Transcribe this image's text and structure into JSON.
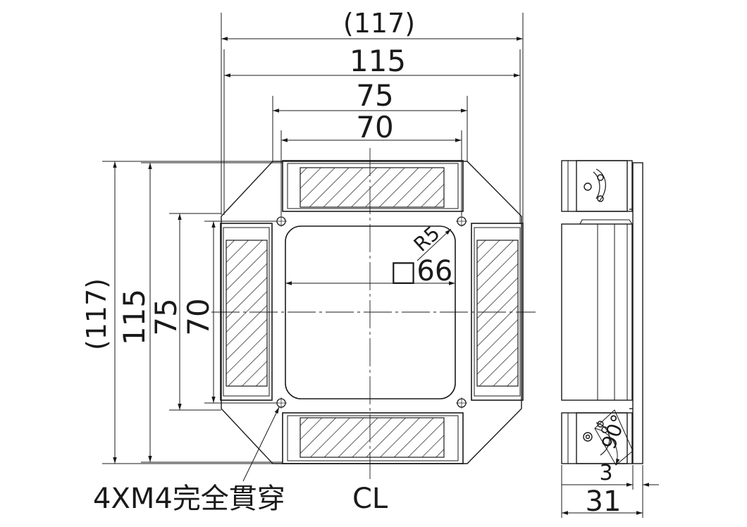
{
  "dimensions": {
    "outer_ref": "(117)",
    "outer": "115",
    "mid": "75",
    "inner": "70",
    "radius": "R5",
    "square": "□66",
    "angle": "90°",
    "offset": "3",
    "depth": "31"
  },
  "notes": {
    "holes": "4XM4完全貫穿",
    "centerline": "CL"
  },
  "colors": {
    "line": "#1a1a1a",
    "background": "#ffffff"
  }
}
